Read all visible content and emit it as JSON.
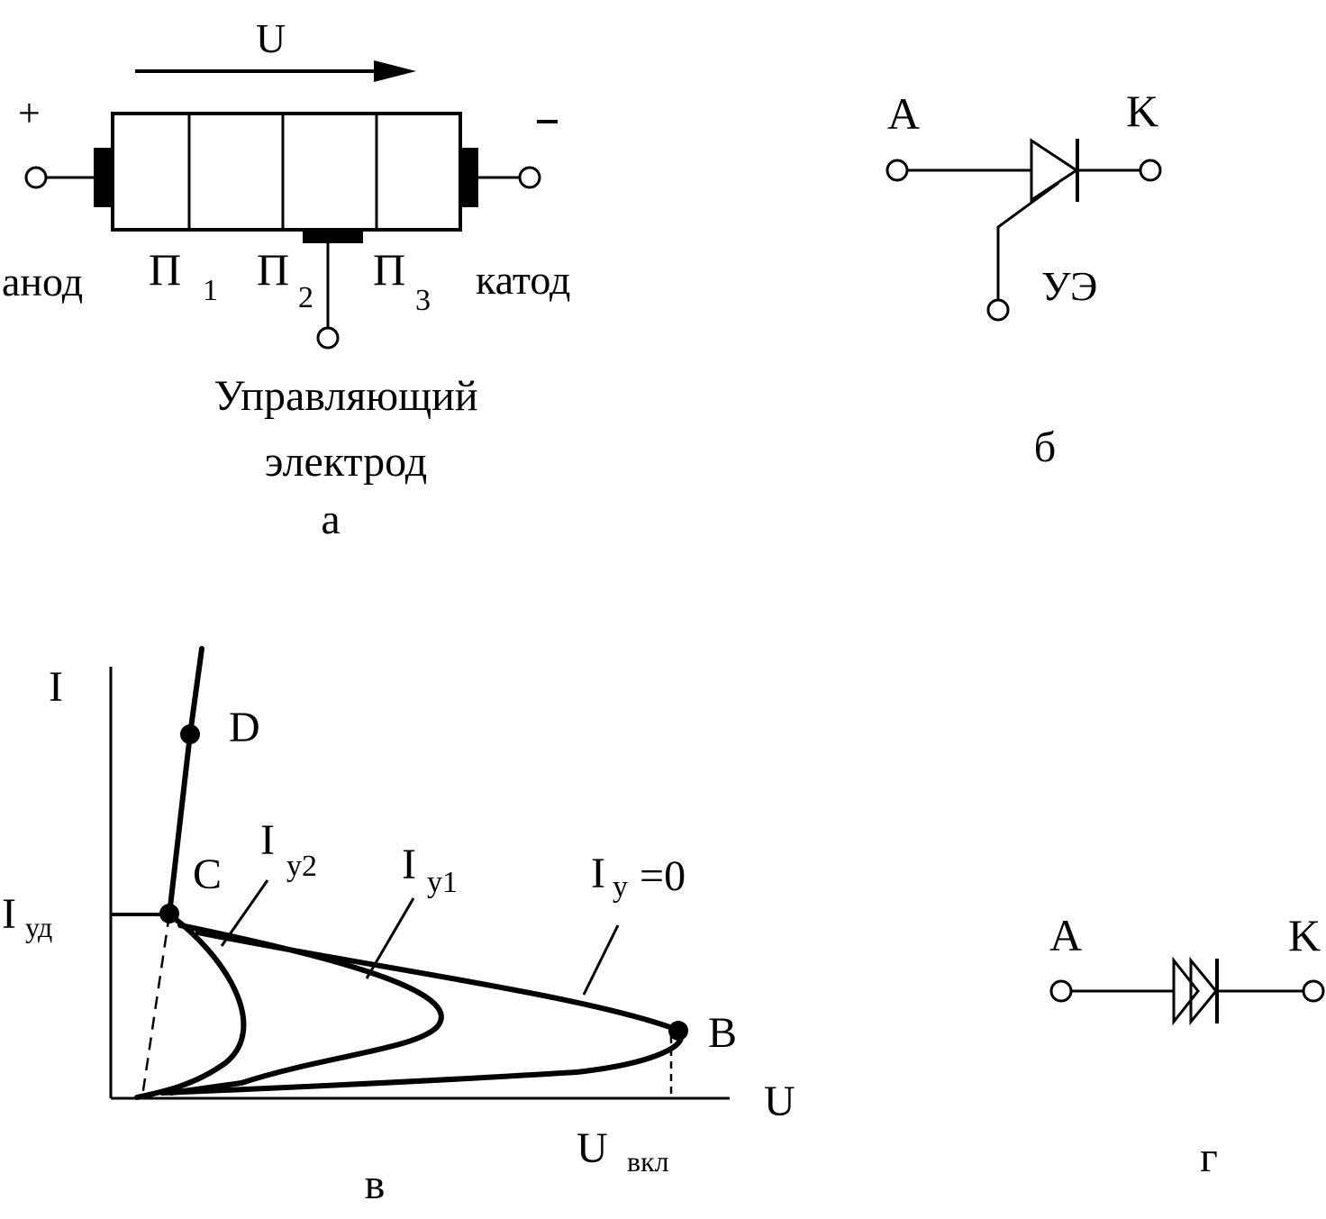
{
  "panel_a": {
    "voltage_label": "U",
    "plus_sign": "+",
    "minus_sign": "-",
    "anode_label": "анод",
    "cathode_label": "катод",
    "p1_main": "П",
    "p1_sub": "1",
    "p2_main": "П",
    "p2_sub": "2",
    "p3_main": "П",
    "p3_sub": "3",
    "gate_label_line1": "Управляющий",
    "gate_label_line2": "электрод",
    "caption": "а"
  },
  "panel_b": {
    "anode_label": "A",
    "cathode_label": "K",
    "gate_label": "УЭ",
    "caption": "б"
  },
  "panel_v": {
    "y_axis_label": "I",
    "x_axis_label": "U",
    "hold_current_main": "I",
    "hold_current_sub": "уд",
    "point_d": "D",
    "point_c": "C",
    "point_b": "B",
    "curve_iy2_main": "I",
    "curve_iy2_sub": "у2",
    "curve_iy1_main": "I",
    "curve_iy1_sub": "у1",
    "curve_iy0_main": "I",
    "curve_iy0_sub": "у",
    "curve_iy0_suffix": "=0",
    "switch_voltage_main": "U",
    "switch_voltage_sub": "вкл",
    "caption": "в"
  },
  "panel_g": {
    "anode_label": "A",
    "cathode_label": "K",
    "caption": "г"
  }
}
